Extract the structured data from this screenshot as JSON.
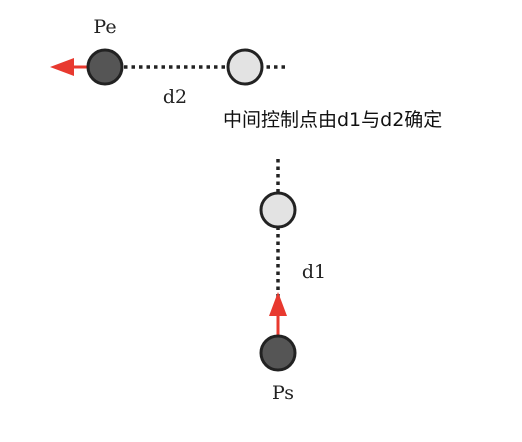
{
  "labels": {
    "pe": "Pe",
    "ps": "Ps",
    "d1": "d1",
    "d2": "d2",
    "caption": "中间控制点由d1与d2确定"
  },
  "colors": {
    "endpoint_fill": "#555555",
    "control_fill": "#e3e3e3",
    "outline": "#222222",
    "arrow": "#e8392f",
    "dotted_line": "#222222"
  },
  "icons": {
    "endpoint": "dark-circle",
    "control": "light-circle",
    "direction": "arrow"
  }
}
